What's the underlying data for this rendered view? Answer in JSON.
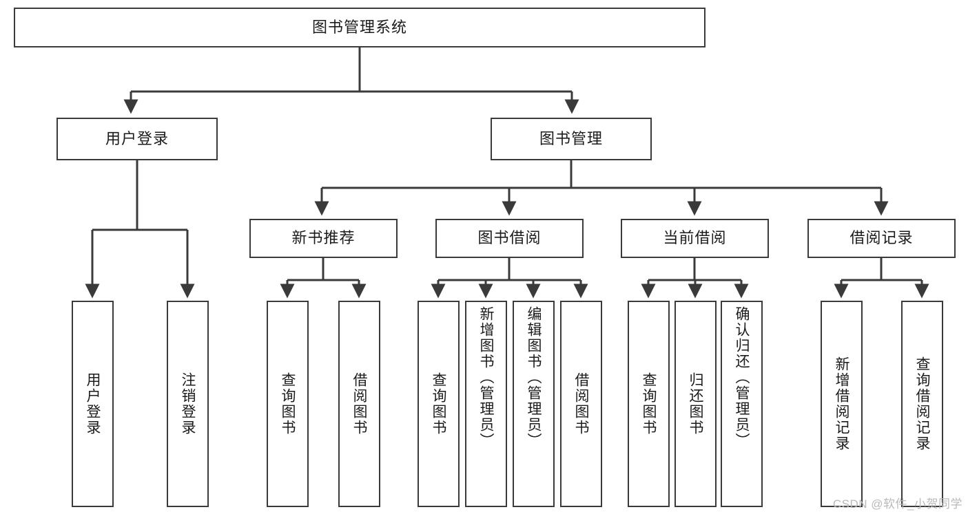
{
  "diagram": {
    "title": "图书管理系统",
    "type": "tree-hierarchy",
    "root": {
      "label": "图书管理系统"
    },
    "level2": [
      {
        "label": "用户登录"
      },
      {
        "label": "图书管理"
      }
    ],
    "level3": [
      {
        "label": "新书推荐"
      },
      {
        "label": "图书借阅"
      },
      {
        "label": "当前借阅"
      },
      {
        "label": "借阅记录"
      }
    ],
    "leaves": {
      "user_login": [
        {
          "label": "用户登录"
        },
        {
          "label": "注销登录"
        }
      ],
      "new_book_recommend": [
        {
          "label": "查询图书"
        },
        {
          "label": "借阅图书"
        }
      ],
      "book_borrow": [
        {
          "label": "查询图书"
        },
        {
          "label": "新增图书（管理员）"
        },
        {
          "label": "编辑图书（管理员）"
        },
        {
          "label": "借阅图书"
        }
      ],
      "current_borrow": [
        {
          "label": "查询图书"
        },
        {
          "label": "归还图书"
        },
        {
          "label": "确认归还（管理员）"
        }
      ],
      "borrow_record": [
        {
          "label": "新增借阅记录"
        },
        {
          "label": "查询借阅记录"
        }
      ]
    }
  },
  "watermark": {
    "text": "CSDN @软件_小贺同学"
  },
  "colors": {
    "stroke": "#3a3a3a",
    "box_fill": "#ffffff",
    "text": "#1b1b1b",
    "watermark": "#b9b9b9",
    "background": "#ffffff"
  }
}
